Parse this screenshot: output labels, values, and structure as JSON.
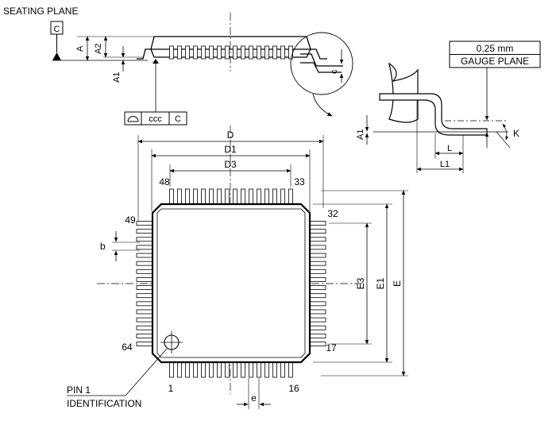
{
  "labels": {
    "seating_plane": "SEATING PLANE",
    "datum_c": "C",
    "dim_a": "A",
    "dim_a2": "A2",
    "dim_a1": "A1",
    "dim_c": "c",
    "fcf_tol": "ccc",
    "fcf_datum": "C",
    "gauge_value": "0.25 mm",
    "gauge_plane": "GAUGE PLANE",
    "dim_a1_detail": "A1",
    "dim_k": "K",
    "dim_l": "L",
    "dim_l1": "L1",
    "dim_d": "D",
    "dim_d1": "D1",
    "dim_d3": "D3",
    "dim_e": "E",
    "dim_e1": "E1",
    "dim_e3": "E3",
    "dim_b": "b",
    "dim_e_pitch": "e",
    "pin_1": "1",
    "pin_16": "16",
    "pin_17": "17",
    "pin_32": "32",
    "pin_33": "33",
    "pin_48": "48",
    "pin_49": "49",
    "pin_64": "64",
    "pin1_line1": "PIN 1",
    "pin1_line2": "IDENTIFICATION"
  },
  "package": {
    "pins_per_side": 16,
    "total_pins": 64
  }
}
